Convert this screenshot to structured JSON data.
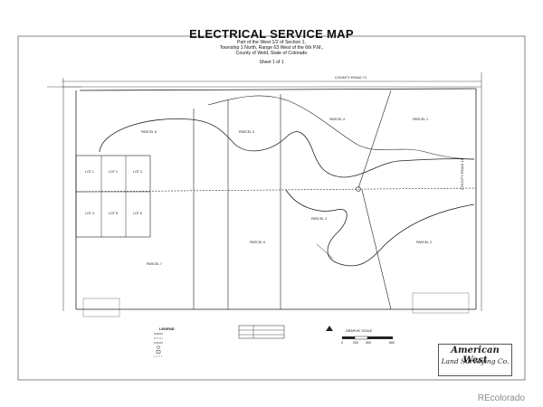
{
  "map": {
    "title": "ELECTRICAL SERVICE MAP",
    "subtitle_lines": [
      "Part of the West 1/2 of Section 1,",
      "Township 1 North, Range 63 West of the 6th P.M.,",
      "County of Weld, State of Colorado"
    ],
    "sheet": "Sheet 1 of 1"
  },
  "roads": {
    "top": "COUNTY ROAD 71",
    "right": "COUNTY ROAD 16"
  },
  "parcels": {
    "p1": "PARCEL 1",
    "p2": "PARCEL 2",
    "p3": "PARCEL 3",
    "p4": "PARCEL 4",
    "p5": "PARCEL 5",
    "p6": "PARCEL 6",
    "p7": "PARCEL 7",
    "p8": "PARCEL 8",
    "lot1": "LOT 1",
    "lot2": "LOT 2",
    "lot3": "LOT 3",
    "lot4": "LOT 4",
    "lot5": "LOT 5",
    "lot6": "LOT 6"
  },
  "legend": {
    "title": "LEGEND"
  },
  "scale": {
    "label": "GRAPHIC SCALE",
    "ticks": [
      "0",
      "200",
      "400",
      "800"
    ]
  },
  "logo": {
    "line1": "American West",
    "line2": "Land Surveying Co."
  },
  "watermark": "REcolorado"
}
